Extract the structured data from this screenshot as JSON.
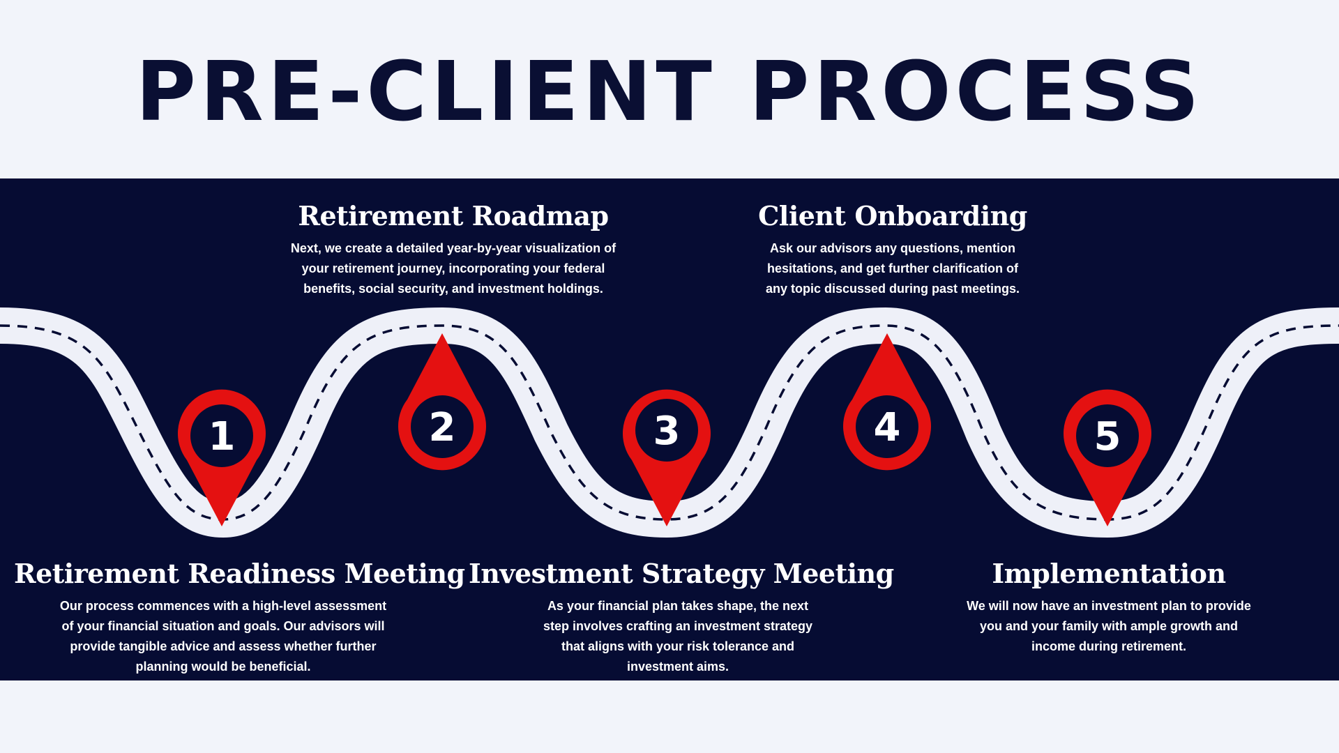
{
  "title": "PRE-CLIENT PROCESS",
  "colors": {
    "background": "#f2f4fa",
    "band": "#060c33",
    "road": "#eef0f8",
    "pin": "#e41111",
    "text_dark": "#0a0f33",
    "text_light": "#ffffff"
  },
  "steps": [
    {
      "number": "1",
      "title": "Retirement Readiness Meeting",
      "description": "Our process commences with a high-level assessment of your financial situation and goals. Our advisors will provide tangible advice and assess whether further planning would be beneficial."
    },
    {
      "number": "2",
      "title": "Retirement Roadmap",
      "description": "Next, we create a detailed year-by-year visualization of your retirement journey, incorporating your federal benefits, social security, and investment holdings."
    },
    {
      "number": "3",
      "title": "Investment Strategy Meeting",
      "description": "As your financial plan takes shape, the next step involves crafting an investment strategy that aligns with your risk tolerance and investment aims."
    },
    {
      "number": "4",
      "title": "Client  Onboarding",
      "description": "Ask our advisors any questions, mention hesitations, and get further clarification of any topic discussed during past meetings."
    },
    {
      "number": "5",
      "title": "Implementation",
      "description": "We will now have an investment plan to provide you and your family with ample growth and income during retirement."
    }
  ],
  "icons": {
    "pin": "map-pin-icon",
    "road": "winding-road"
  }
}
